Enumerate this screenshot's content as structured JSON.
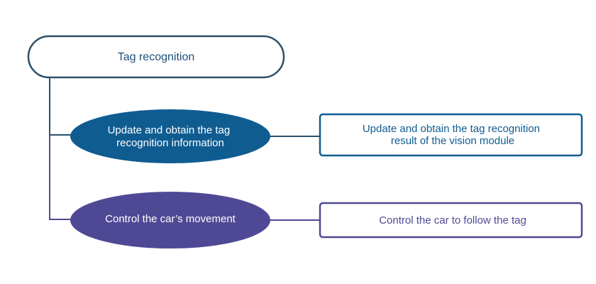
{
  "root": {
    "label": "Tag recognition"
  },
  "branches": [
    {
      "label_lines": [
        "Update and obtain the tag",
        "recognition information"
      ],
      "detail_lines": [
        "Update and obtain the tag recognition",
        "result of the vision module"
      ]
    },
    {
      "label_lines": [
        "Control the car’s movement"
      ],
      "detail_lines": [
        "Control the car to follow the tag"
      ]
    }
  ],
  "colors": {
    "root_border": "#2d5067",
    "root_text": "#1f4e79",
    "branch1_fill": "#0f5c91",
    "branch1_detail_border": "#0f5c91",
    "branch1_detail_text": "#0f5c91",
    "branch2_fill": "#4f4995",
    "branch2_detail_border": "#4f4995",
    "branch2_detail_text": "#4f4995",
    "connector_1": "#2d5067",
    "connector_2": "#4f4995",
    "text_on_fill": "#ffffff"
  }
}
